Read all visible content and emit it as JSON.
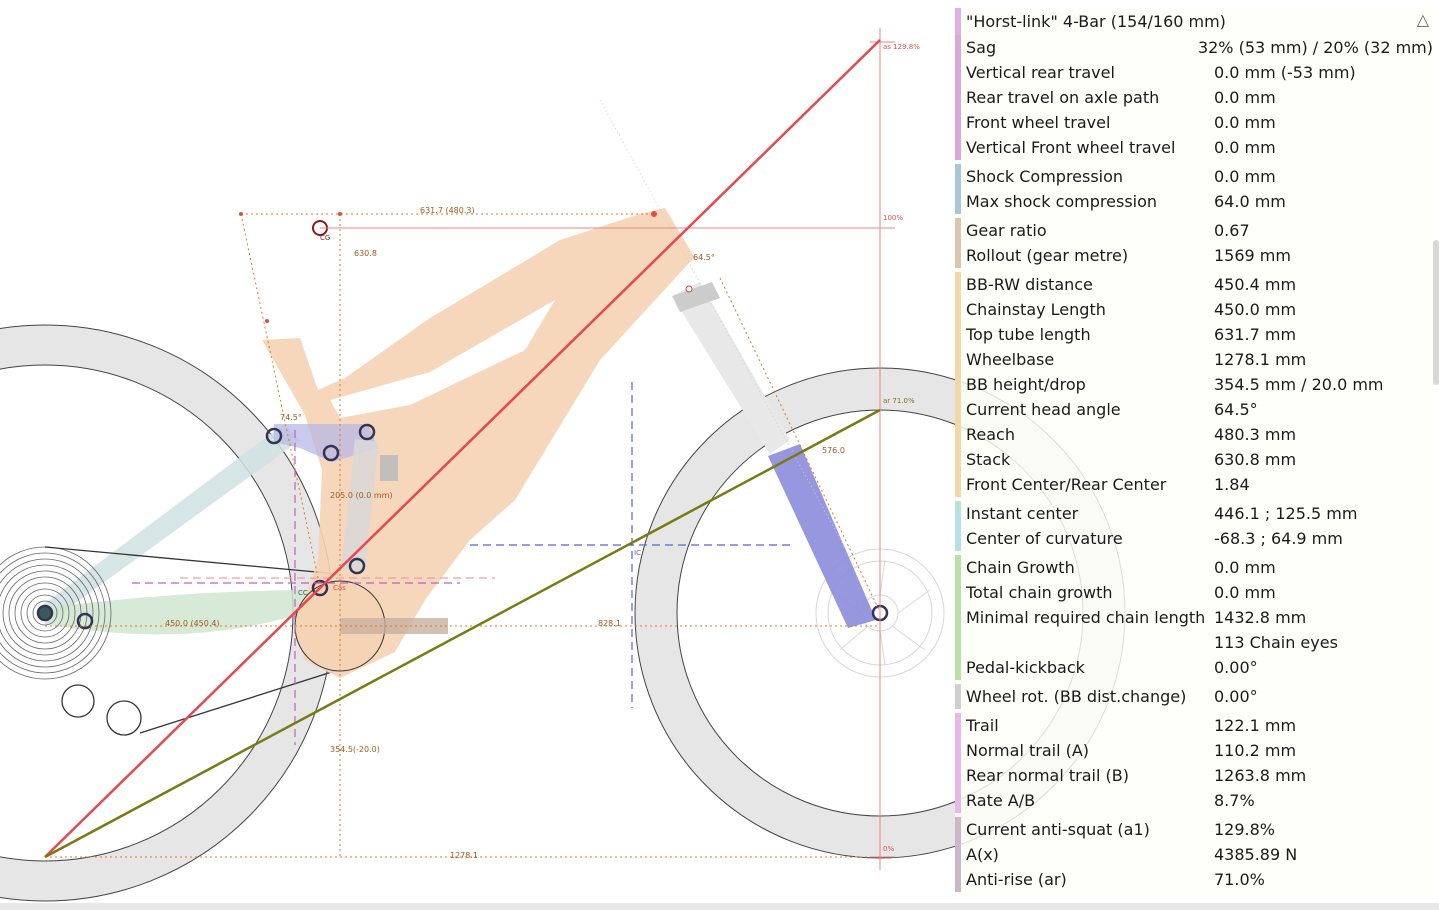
{
  "panel": {
    "title": "\"Horst-link\" 4-Bar (154/160 mm)",
    "collapse_icon": "chevron-up-icon",
    "groups": [
      {
        "color": "#d9a8d9",
        "rows": [
          [
            "Sag",
            "32% (53 mm) / 20% (32 mm)"
          ],
          [
            "Vertical rear travel",
            "0.0 mm (-53 mm)"
          ],
          [
            "Rear travel on axle path",
            "0.0 mm"
          ],
          [
            "Front wheel travel",
            "0.0 mm"
          ],
          [
            "Vertical Front wheel travel",
            "0.0 mm"
          ]
        ]
      },
      {
        "color": "#a8c8d8",
        "rows": [
          [
            "Shock Compression",
            "0.0 mm"
          ],
          [
            "Max shock compression",
            "64.0 mm"
          ]
        ]
      },
      {
        "color": "#d8c8b0",
        "rows": [
          [
            "Gear ratio",
            "0.67"
          ],
          [
            "Rollout (gear metre)",
            "1569 mm"
          ]
        ]
      },
      {
        "color": "#f0d8a8",
        "rows": [
          [
            "BB-RW distance",
            "450.4 mm"
          ],
          [
            "Chainstay Length",
            "450.0 mm"
          ],
          [
            "Top tube length",
            "631.7 mm"
          ],
          [
            "Wheelbase",
            "1278.1 mm"
          ],
          [
            "BB height/drop",
            "354.5 mm / 20.0 mm"
          ],
          [
            "Current head angle",
            "64.5°"
          ],
          [
            "Reach",
            "480.3 mm"
          ],
          [
            "Stack",
            "630.8 mm"
          ],
          [
            "Front Center/Rear Center",
            "1.84"
          ]
        ]
      },
      {
        "color": "#b8e0e0",
        "rows": [
          [
            "Instant center",
            "446.1 ; 125.5 mm"
          ],
          [
            "Center of curvature",
            "-68.3 ; 64.9 mm"
          ]
        ]
      },
      {
        "color": "#b8e0a8",
        "rows": [
          [
            "Chain Growth",
            "0.0 mm"
          ],
          [
            "Total chain growth",
            "0.0 mm"
          ],
          [
            "Minimal required chain length",
            "1432.8 mm"
          ],
          [
            "",
            "113 Chain eyes"
          ],
          [
            "Pedal-kickback",
            "0.00°"
          ]
        ]
      },
      {
        "color": "#d0d0d0",
        "rows": [
          [
            "Wheel rot. (BB dist.change)",
            "0.00°"
          ]
        ]
      },
      {
        "color": "#e8b8e8",
        "rows": [
          [
            "Trail",
            "122.1 mm"
          ],
          [
            "Normal trail (A)",
            "110.2 mm"
          ],
          [
            "Rear normal trail (B)",
            "1263.8 mm"
          ],
          [
            "Rate A/B",
            "8.7%"
          ]
        ]
      },
      {
        "color": "#c8b8c8",
        "rows": [
          [
            "Current anti-squat (a1)",
            "129.8%"
          ],
          [
            "A(x)",
            "4385.89 N"
          ],
          [
            "Anti-rise (ar)",
            "71.0%"
          ]
        ]
      }
    ]
  },
  "diagram": {
    "dimensions": {
      "top_tube": "631.7 (480.3)",
      "stack": "630.8",
      "head_angle": "64.5°",
      "seat_angle": "74.5°",
      "shock": "205.0 (0.0 mm)",
      "chainstay": "450.0 (450.4)",
      "front_center": "828.1",
      "bb_height": "354.5(-20.0)",
      "wheelbase": "1278.1",
      "fork_length": "576.0"
    },
    "markers": {
      "anti_squat": "as 129.8%",
      "anti_rise": "ar 71.0%",
      "pct_100": "100%",
      "pct_0": "0%",
      "cg": "CG",
      "ic": "IC",
      "cc": "CC",
      "cas": "Cas"
    },
    "colors": {
      "frame": "#f5d3b5",
      "anti_squat_line": "#e8474b",
      "anti_rise_line": "#7a7a10",
      "dimension": "#e07820",
      "linkage": "#9090d8",
      "stays": "#b8d8d8",
      "fork_lower": "#8c8cdc"
    }
  }
}
